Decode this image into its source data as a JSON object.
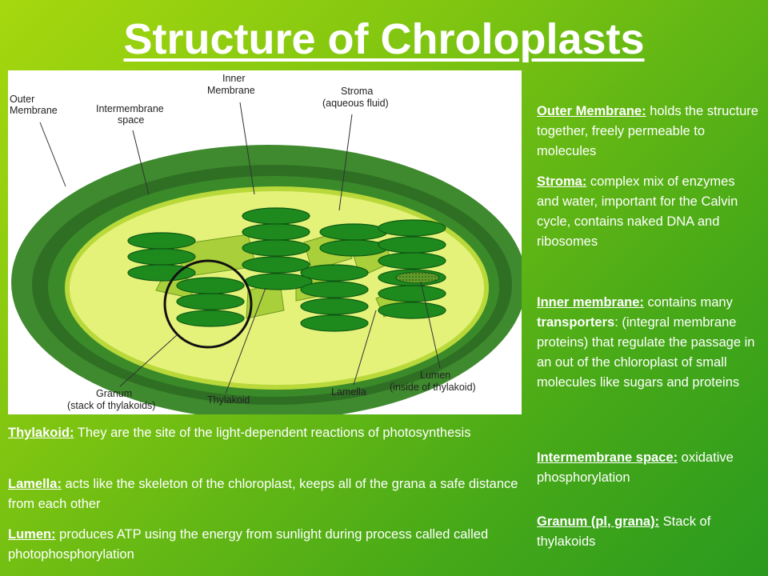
{
  "title": "Structure of Chroloplasts",
  "diagram": {
    "labels": {
      "outer_membrane_line1": "Outer",
      "outer_membrane_line2": "Membrane",
      "intermembrane_line1": "Intermembrane",
      "intermembrane_line2": "space",
      "inner_membrane_line1": "Inner",
      "inner_membrane_line2": "Membrane",
      "stroma_line1": "Stroma",
      "stroma_line2": "(aqueous fluid)",
      "granum_line1": "Granum",
      "granum_line2": "(stack of thylakoids)",
      "thylakoid": "Thylakoid",
      "lamella": "Lamella",
      "lumen_line1": "Lumen",
      "lumen_line2": "(inside of thylakoid)"
    }
  },
  "right_column": {
    "outer_membrane": {
      "term": "Outer Membrane:",
      "text": " holds the structure together, freely permeable to molecules"
    },
    "stroma": {
      "term": "Stroma:",
      "text": " complex mix of enzymes and water, important for the Calvin cycle, contains naked DNA and ribosomes"
    },
    "inner_membrane": {
      "term": "Inner membrane:",
      "text_before": " contains many ",
      "bold": "transporters",
      "text_after": ": (integral membrane proteins) that regulate the passage in an out of the chloroplast of small molecules like sugars and proteins"
    },
    "intermembrane_space": {
      "term": "Intermembrane space:",
      "text": " oxidative phosphorylation"
    },
    "granum": {
      "term": "Granum (pl, grana):",
      "text": " Stack of thylakoids"
    }
  },
  "bottom_column": {
    "thylakoid": {
      "term": "Thylakoid:",
      "text": " They are the site of the light-dependent reactions of photosynthesis"
    },
    "lamella": {
      "term": "Lamella:",
      "text": " acts like the skeleton of the chloroplast, keeps all of the grana a safe distance from each other"
    },
    "lumen": {
      "term": "Lumen:",
      "text": " produces ATP using the energy from sunlight during process called called photophosphorylation"
    }
  },
  "colors": {
    "background_start": "#a6d80e",
    "background_end": "#2a9a1f",
    "outer_membrane": "#3f8a2e",
    "stroma": "#e4f27a",
    "thylakoid": "#1e8a1e",
    "lamella": "#a9cf3a",
    "text": "#ffffff"
  }
}
